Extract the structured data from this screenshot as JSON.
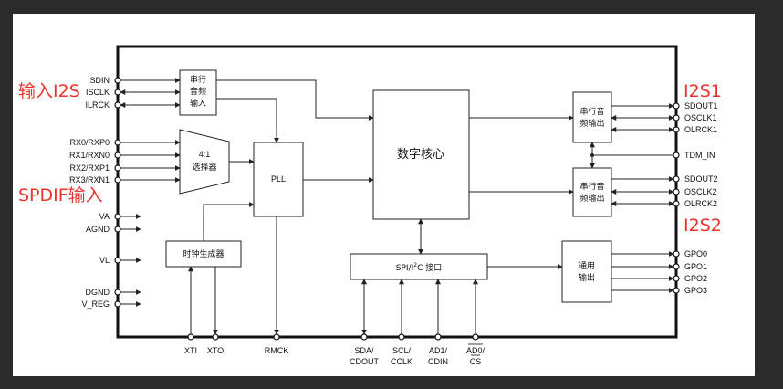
{
  "annotations": {
    "input_i2s": "输入I2S",
    "input_spdif": "SPDIF输入",
    "i2s1": "I2S1",
    "i2s2": "I2S2"
  },
  "left_pins": [
    "SDIN",
    "ISCLK",
    "ILRCK",
    "RX0/RXP0",
    "RX1/RXN0",
    "RX2/RXP1",
    "RX3/RXN1",
    "VA",
    "AGND",
    "VL",
    "DGND",
    "V_REG"
  ],
  "right_pins": [
    "SDOUT1",
    "OSCLK1",
    "OLRCK1",
    "TDM_IN",
    "SDOUT2",
    "OSCLK2",
    "OLRCK2",
    "GPO0",
    "GPO1",
    "GPO2",
    "GPO3"
  ],
  "bottom_pins": {
    "xti": "XTI",
    "xto": "XTO",
    "rmck": "RMCK",
    "sda_1": "SDA/",
    "sda_2": "CDOUT",
    "scl_1": "SCL/",
    "scl_2": "CCLK",
    "ad1_1": "AD1/",
    "ad1_2": "CDIN",
    "ad0_1": "AD0/",
    "ad0_2": "CS"
  },
  "blocks": {
    "serial_in": [
      "串行",
      "音频",
      "输入"
    ],
    "mux": [
      "4:1",
      "选择器"
    ],
    "pll": "PLL",
    "clock_gen": "时钟生成器",
    "core": "数字核心",
    "serial_out1": [
      "串行音",
      "频输出"
    ],
    "serial_out2": [
      "串行音",
      "频输出"
    ],
    "spi_prefix": "SPI/I",
    "spi_sup": "2",
    "spi_suffix": "C 接口",
    "gpo_block": [
      "通用",
      "输出"
    ]
  }
}
